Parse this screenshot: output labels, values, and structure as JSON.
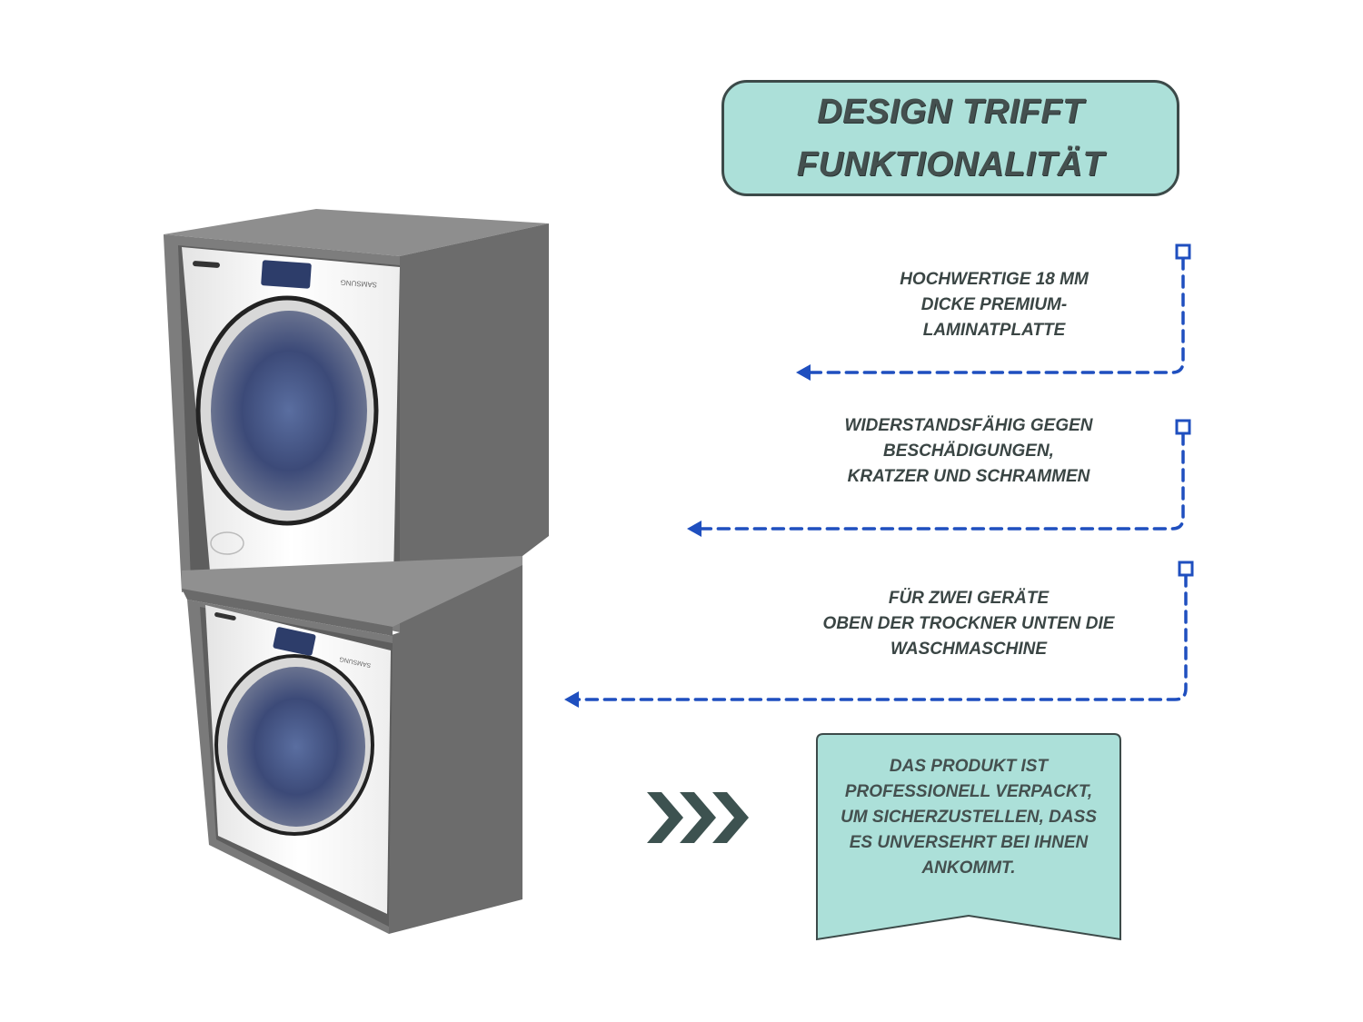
{
  "title": {
    "line1": "DESIGN TRIFFT",
    "line2": "FUNKTIONALITÄT"
  },
  "features": [
    {
      "lines": [
        "HOCHWERTIGE 18 MM",
        "DICKE PREMIUM-",
        "LAMINATPLATTE"
      ]
    },
    {
      "lines": [
        "WIDERSTANDSFÄHIG GEGEN",
        "BESCHÄDIGUNGEN,",
        "KRATZER UND SCHRAMMEN"
      ]
    },
    {
      "lines": [
        "FÜR ZWEI GERÄTE",
        "OBEN DER TROCKNER UNTEN DIE",
        "WASCHMASCHINE"
      ]
    }
  ],
  "callout": {
    "lines": [
      "DAS PRODUKT IST",
      "PROFESSIONELL VERPACKT,",
      "UM SICHERZUSTELLEN, DASS",
      "ES UNVERSEHRT BEI IHNEN",
      "ANKOMMT."
    ]
  },
  "product": {
    "brand_label": "SAMSUNG"
  },
  "colors": {
    "accent": "#ace0d9",
    "text": "#3a4544",
    "connector": "#1f4fbf",
    "cabinet": "#7a7a7a"
  },
  "icons": {
    "chevrons": "triple-chevron-right-icon"
  }
}
